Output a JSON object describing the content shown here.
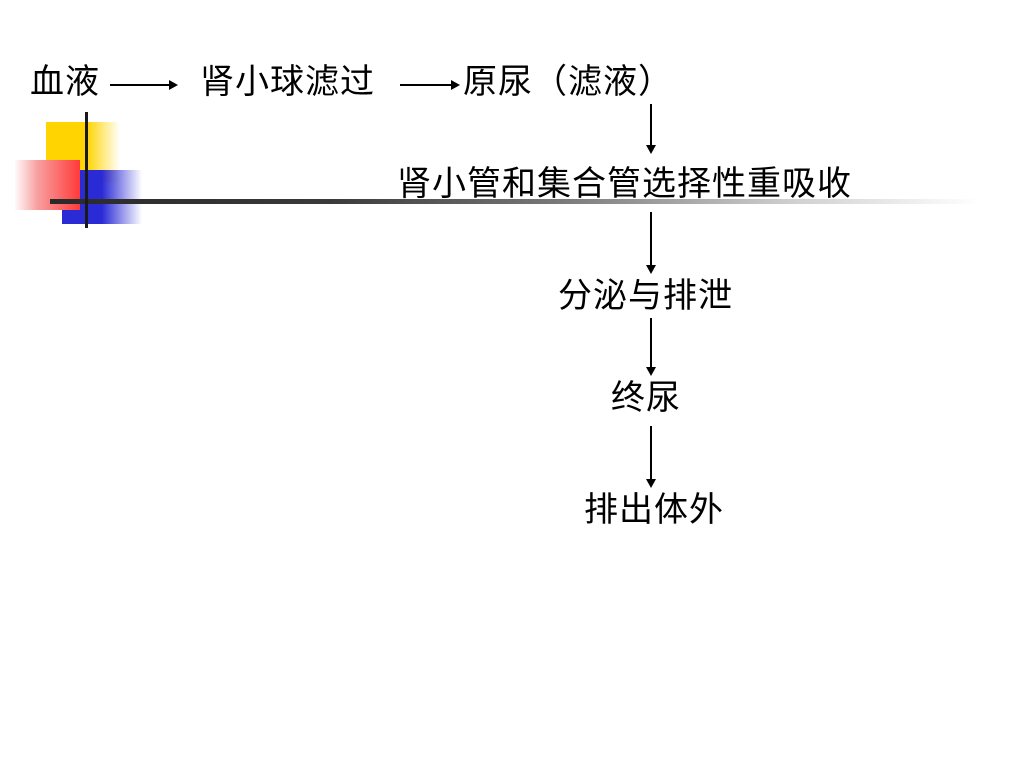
{
  "diagram": {
    "nodes": {
      "blood": "血液",
      "glomerular_filtration": "肾小球滤过",
      "primary_urine": "原尿（滤液）",
      "tubular_reabsorption": "肾小管和集合管选择性重吸收",
      "secretion_excretion": "分泌与排泄",
      "final_urine": "终尿",
      "excreted": "排出体外"
    },
    "edges": [
      {
        "from": "blood",
        "to": "glomerular_filtration"
      },
      {
        "from": "glomerular_filtration",
        "to": "primary_urine"
      },
      {
        "from": "primary_urine",
        "to": "tubular_reabsorption"
      },
      {
        "from": "tubular_reabsorption",
        "to": "secretion_excretion"
      },
      {
        "from": "secretion_excretion",
        "to": "final_urine"
      },
      {
        "from": "final_urine",
        "to": "excreted"
      }
    ]
  },
  "decoration": {
    "colors": {
      "yellow": "#ffd400",
      "red": "#ff3a3a",
      "blue": "#2b2bd6",
      "line": "#2a2a2a"
    }
  }
}
